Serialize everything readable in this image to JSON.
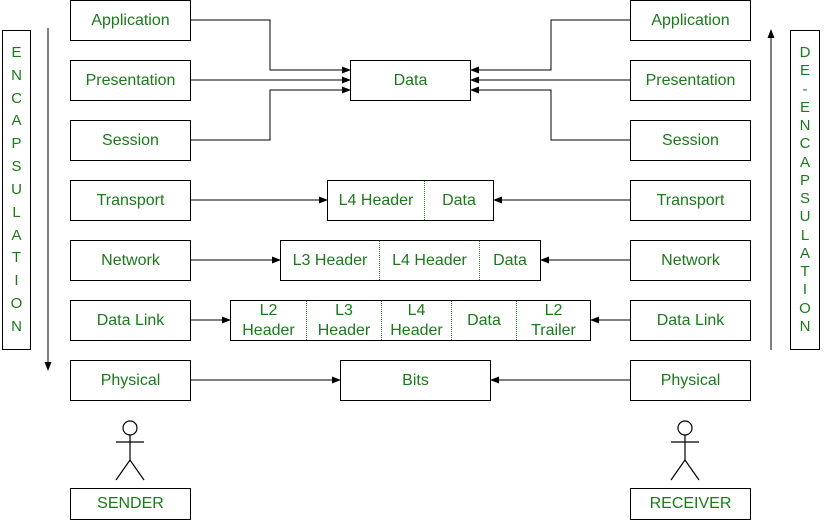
{
  "sender_layers": [
    "Application",
    "Presentation",
    "Session",
    "Transport",
    "Network",
    "Data Link",
    "Physical"
  ],
  "receiver_layers": [
    "Application",
    "Presentation",
    "Session",
    "Transport",
    "Network",
    "Data Link",
    "Physical"
  ],
  "center": {
    "data": "Data",
    "transport": [
      "L4 Header",
      "Data"
    ],
    "network": [
      "L3 Header",
      "L4 Header",
      "Data"
    ],
    "datalink": [
      "L2\nHeader",
      "L3\nHeader",
      "L4\nHeader",
      "Data",
      "L2\nTrailer"
    ],
    "physical": "Bits"
  },
  "encapsulation_label": "ENCAPSULATION",
  "deencapsulation_label": "DE-ENCAPSULATION",
  "sender_label": "SENDER",
  "receiver_label": "RECEIVER",
  "colors": {
    "text": "#1a7a1a",
    "stroke": "#000000"
  }
}
